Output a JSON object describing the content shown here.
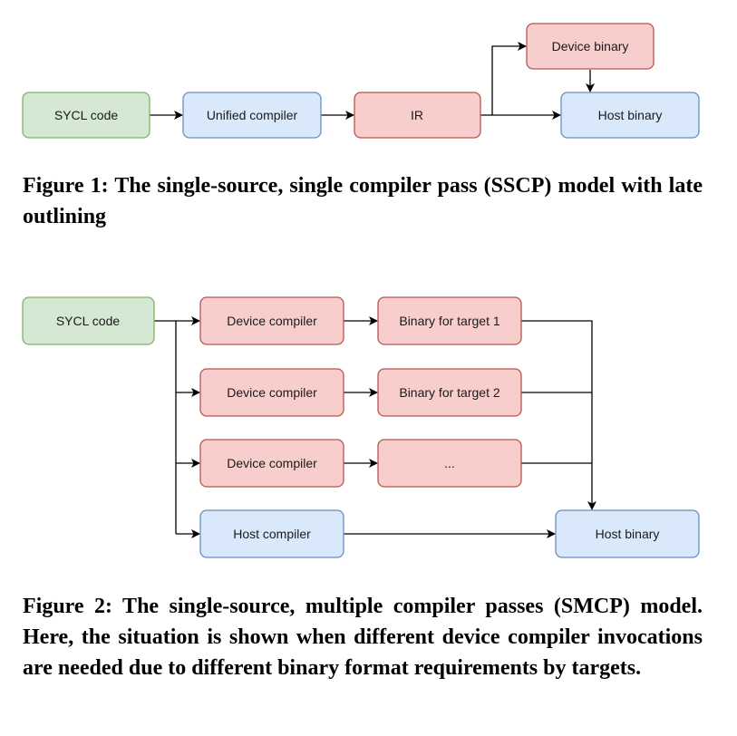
{
  "figure1": {
    "caption": "Figure 1: The single-source, single compiler pass (SSCP) model with late outlining",
    "nodes": {
      "sycl_code": "SYCL code",
      "unified_compiler": "Unified compiler",
      "ir": "IR",
      "device_binary": "Device binary",
      "host_binary": "Host binary"
    }
  },
  "figure2": {
    "caption": "Figure 2: The single-source, multiple compiler passes (SMCP) model. Here, the situation is shown when different device compiler invocations are needed due to different binary format requirements by targets.",
    "nodes": {
      "sycl_code": "SYCL code",
      "device_compiler_1": "Device compiler",
      "device_compiler_2": "Device compiler",
      "device_compiler_3": "Device compiler",
      "host_compiler": "Host compiler",
      "binary_target_1": "Binary for target 1",
      "binary_target_2": "Binary for target 2",
      "binary_ellipsis": "...",
      "host_binary": "Host binary"
    }
  },
  "colors": {
    "green_fill": "#d5e8d4",
    "green_stroke": "#82b366",
    "blue_fill": "#dae8fc",
    "blue_stroke": "#6c8ebf",
    "red_fill": "#f8cecc",
    "red_stroke": "#b85450"
  }
}
